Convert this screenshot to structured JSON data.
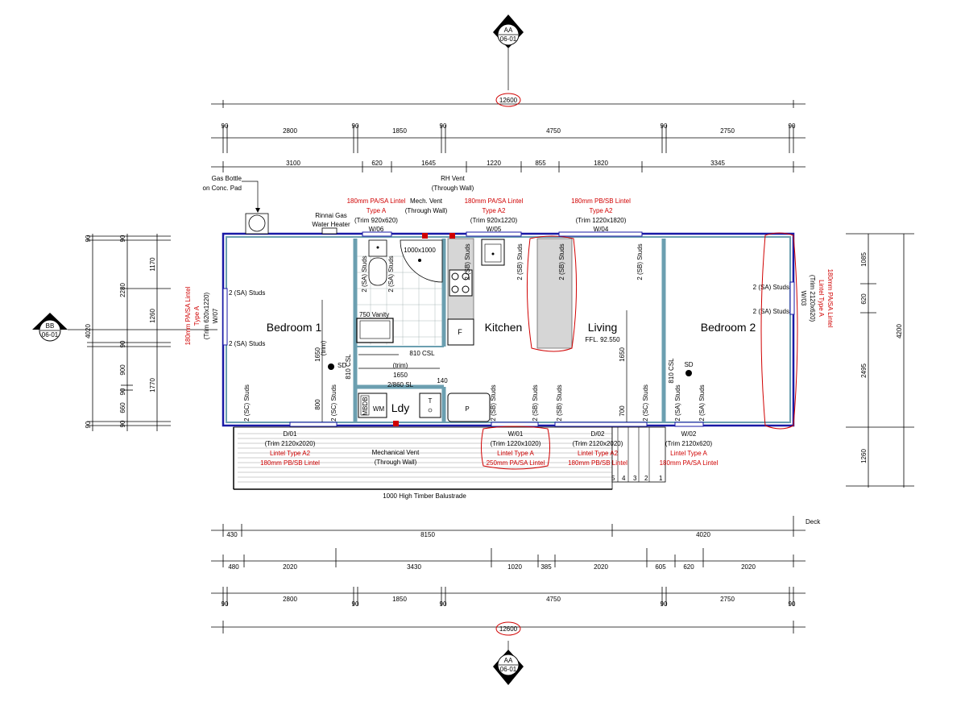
{
  "section_marks": {
    "aa": {
      "letter": "AA",
      "sheet": "06-01"
    },
    "bb": {
      "letter": "BB",
      "sheet": "06-01"
    }
  },
  "dims": {
    "overall": "12600",
    "top_row": [
      "90",
      "2800",
      "90",
      "1850",
      "90",
      "4750",
      "90",
      "2750",
      "90"
    ],
    "top_openings": [
      "3100",
      "620",
      "1645",
      "1220",
      "855",
      "1820",
      "3345"
    ],
    "bottom_deck": [
      "430",
      "8150",
      "4020"
    ],
    "bottom_openings": [
      "480",
      "2020",
      "3430",
      "1020",
      "385",
      "2020",
      "605",
      "620",
      "2020"
    ],
    "bottom_row": [
      "90",
      "2800",
      "90",
      "1850",
      "90",
      "4750",
      "90",
      "2750",
      "90"
    ],
    "left_outer": [
      "90",
      "2280",
      "1260",
      "90",
      "900",
      "90",
      "660",
      "90"
    ],
    "left_mid": [
      "90",
      "1170",
      "1260",
      "1770",
      "90"
    ],
    "left_total": "4020",
    "right_outer": [
      "1085",
      "620",
      "2495",
      "1260"
    ],
    "right_total": "4200",
    "deck_label": "Deck"
  },
  "rooms": {
    "bedroom1": "Bedroom 1",
    "kitchen": "Kitchen",
    "living": "Living",
    "ffl": "FFL. 92.550",
    "bedroom2": "Bedroom 2",
    "laundry": "Ldy"
  },
  "labels": {
    "gas_bottle_1": "Gas Bottle",
    "gas_bottle_2": "on Conc. Pad",
    "rinnai_1": "Rinnai Gas",
    "rinnai_2": "Water Heater",
    "mech_vent_1": "Mech. Vent",
    "mech_vent_2": "(Through Wall)",
    "rh_vent_1": "RH Vent",
    "rh_vent_2": "(Through Wall)",
    "w06_l1": "180mm PA/SA Lintel",
    "w06_l2": "Type A",
    "w06_trim": "(Trim 920x620)",
    "w06": "W/06",
    "w05_l1": "180mm PA/SA Lintel",
    "w05_l2": "Type A2",
    "w05_trim": "(Trim 920x1220)",
    "w05": "W/05",
    "w04_l1": "180mm PB/SB Lintel",
    "w04_l2": "Type A2",
    "w04_trim": "(Trim 1220x1820)",
    "w04": "W/04",
    "w07_l1": "180mm PA/SA Lintel",
    "w07_l2": "Type A",
    "w07_trim": "(Trim 620x1220)",
    "w07": "W/07",
    "w03": "W/03",
    "w03_trim": "(Trim 2120x620)",
    "w03_l1": "Lintel Type A",
    "w03_l2": "180mm PA/SA Lintel",
    "sa_studs": "2 (SA) Studs",
    "sb_studs": "2 (SB) Studs",
    "sc_studs": "2 (SC) Studs",
    "shower": "1000x1000",
    "vanity": "750 Vanity",
    "csl_810": "810 CSL",
    "trim": "(trim)",
    "sl": "2/860 SL",
    "d1650": "1650",
    "d140": "140",
    "d800": "800",
    "d700": "700",
    "sd": "SD",
    "fridge": "F",
    "pantry": "P",
    "wm": "WM",
    "mbdb": "MBDB",
    "toilet": "T",
    "d01": "D/01",
    "d01_trim": "(Trim 2120x2020)",
    "d01_l1": "Lintel Type A2",
    "d01_l2": "180mm PB/SB Lintel",
    "mech2_1": "Mechanical Vent",
    "mech2_2": "(Through Wall)",
    "w01": "W/01",
    "w01_trim": "(Trim 1220x1020)",
    "w01_l1": "Lintel Type A",
    "w01_l2": "250mm PA/SA Lintel",
    "d02": "D/02",
    "d02_trim": "(Trim 2120x2020)",
    "d02_l1": "Lintel Type A2",
    "d02_l2": "180mm PB/SB Lintel",
    "w02": "W/02",
    "w02_trim": "(Trim 2120x620)",
    "w02_l1": "Lintel Type A",
    "w02_l2": "180mm PA/SA Lintel",
    "balustrade": "1000 High Timber Balustrade",
    "steps": [
      "5",
      "4",
      "3",
      "2",
      "1"
    ]
  },
  "colors": {
    "wall": "#1a1aa6",
    "lintel": "#d00000",
    "inner_wall": "#6b9fb0"
  }
}
